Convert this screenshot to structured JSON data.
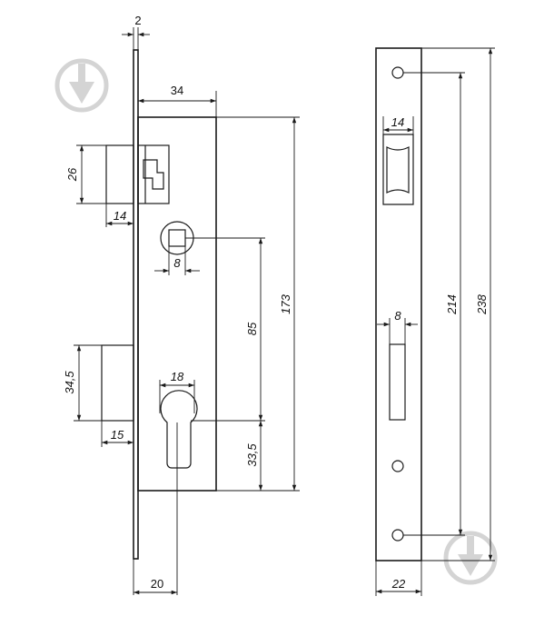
{
  "dimensions": {
    "plate_thickness": "2",
    "case_depth": "34",
    "latch_height": "26",
    "latch_projection": "14",
    "spindle_square": "8",
    "bolt_height": "34,5",
    "bolt_projection": "15",
    "cylinder_width": "18",
    "backset": "20",
    "spindle_to_cylinder": "85",
    "cylinder_to_bottom": "33,5",
    "case_height": "173",
    "strike_latch_width": "14",
    "strike_bolt_width": "8",
    "screw_spacing": "214",
    "strike_height": "238",
    "strike_width": "22"
  }
}
